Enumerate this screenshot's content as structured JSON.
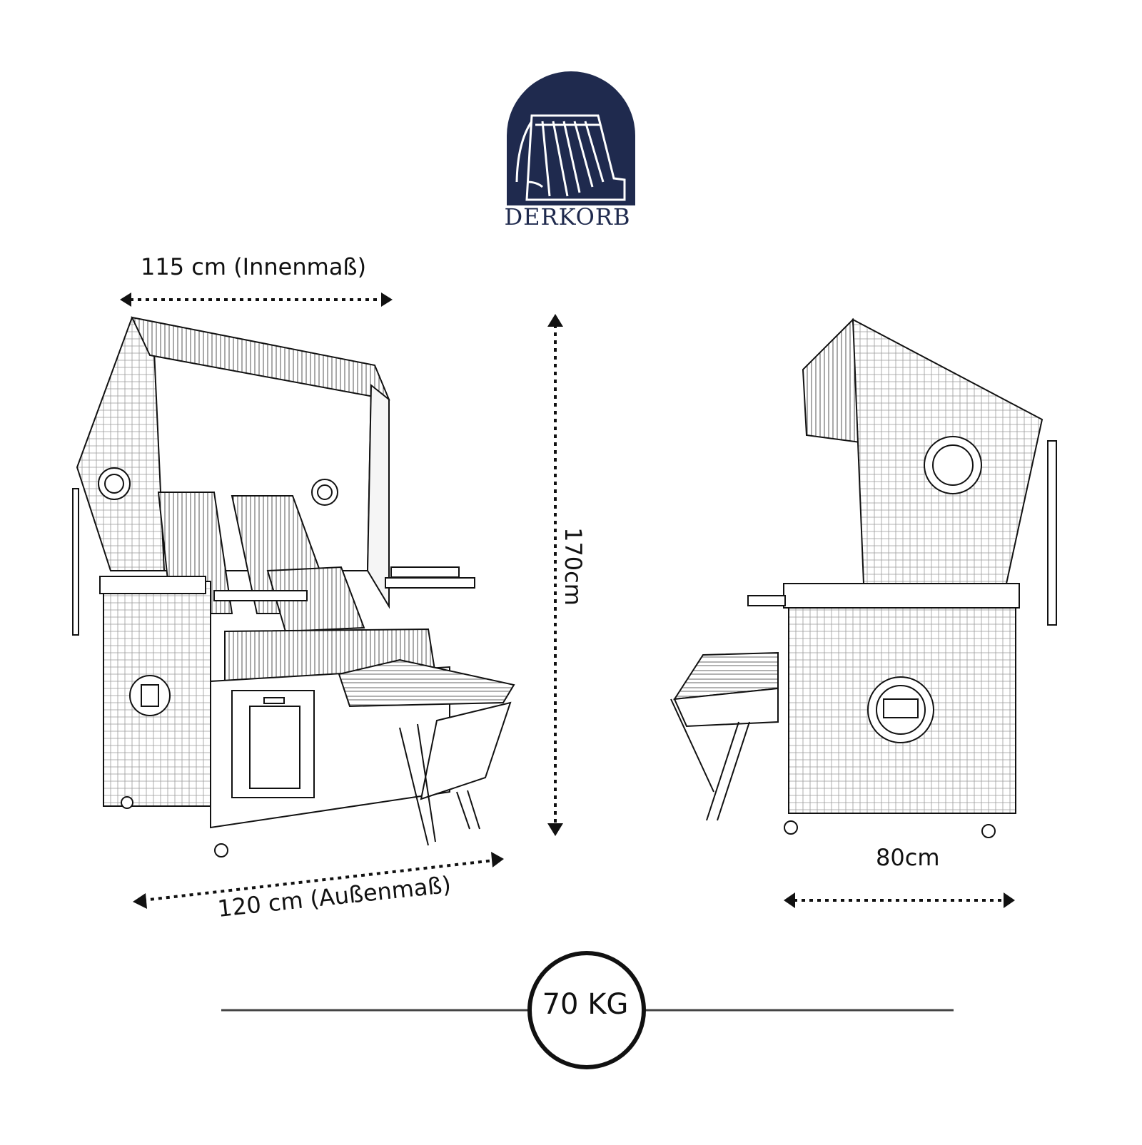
{
  "brand": {
    "name": "DERKORB",
    "color": "#1f2a4e"
  },
  "dimensions": {
    "inner_width": "115 cm (Innenmaß)",
    "height": "170cm",
    "outer_width": "120 cm (Außenmaß)",
    "depth": "80cm"
  },
  "weight": "70 KG",
  "colors": {
    "line": "#111111",
    "logo": "#1f2a4e",
    "hatch": "#9a9a9a"
  }
}
